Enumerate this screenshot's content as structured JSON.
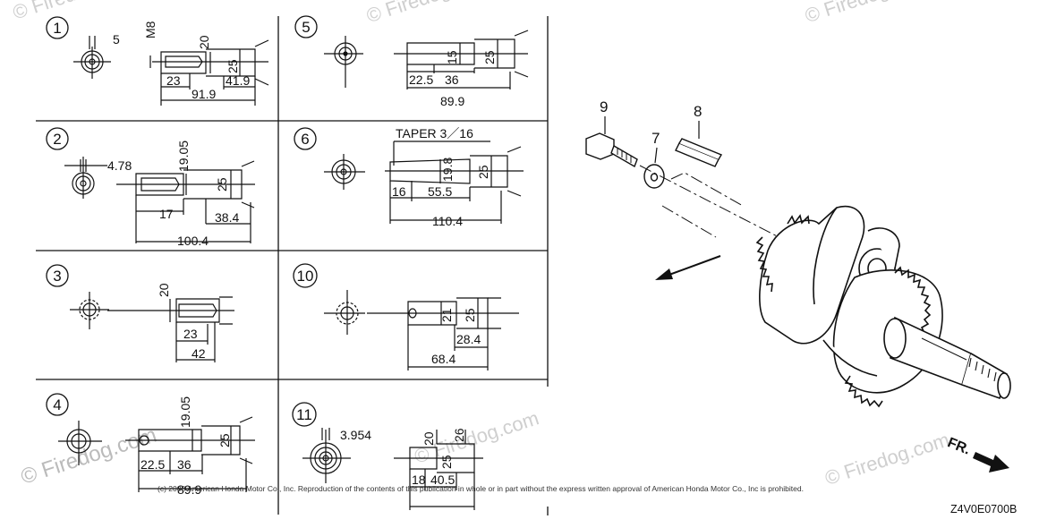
{
  "watermark": {
    "text": "© Firedog.com"
  },
  "copyright": "(c) 2008 American Honda Motor Co., Inc. Reproduction of the contents of this publication in whole or in part without the express written approval of American Honda Motor Co., Inc is prohibited.",
  "diagram_code": "Z4V0E0700B",
  "front_label": "FR.",
  "panels": [
    {
      "id": "1",
      "dims": {
        "a": "5",
        "b": "M8",
        "c": "20",
        "d": "25",
        "e": "23",
        "f": "41.9",
        "g": "91.9"
      }
    },
    {
      "id": "2",
      "dims": {
        "a": "4.78",
        "b": "19.05",
        "c": "25",
        "d": "17",
        "e": "38.4",
        "f": "100.4"
      }
    },
    {
      "id": "3",
      "dims": {
        "a": "20",
        "b": "23",
        "c": "42"
      }
    },
    {
      "id": "4",
      "dims": {
        "a": "19.05",
        "b": "25",
        "c": "22.5",
        "d": "36",
        "e": "89.9"
      }
    },
    {
      "id": "5",
      "dims": {
        "a": "15",
        "b": "25",
        "c": "22.5",
        "d": "36",
        "e": "89.9"
      }
    },
    {
      "id": "6",
      "dims": {
        "taper": "TAPER 3／16",
        "a": "19.8",
        "b": "25",
        "c": "16",
        "d": "55.5",
        "e": "110.4"
      }
    },
    {
      "id": "10",
      "dims": {
        "a": "21",
        "b": "25",
        "c": "28.4",
        "d": "68.4"
      }
    },
    {
      "id": "11",
      "dims": {
        "a": "3.954",
        "b": "20",
        "c": "26",
        "d": "25",
        "e": "18",
        "f": "40.5"
      }
    }
  ],
  "parts": [
    {
      "ref": "9"
    },
    {
      "ref": "7"
    },
    {
      "ref": "8"
    }
  ]
}
